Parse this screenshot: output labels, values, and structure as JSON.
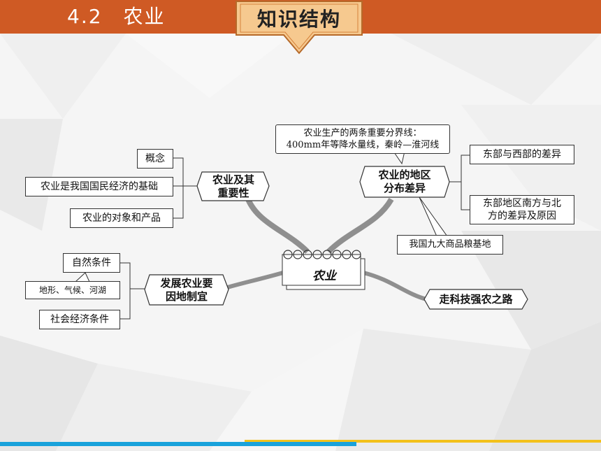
{
  "header": {
    "title": "4.2　农业",
    "badge": "知识结构"
  },
  "colors": {
    "header_bg": "#cf5a24",
    "badge_bg": "#f6c98f",
    "accent_blue": "#19a2db",
    "accent_yellow": "#f3c11b"
  },
  "mindmap": {
    "center": "农业",
    "branches": {
      "importance": {
        "label": "农业及其\n重要性",
        "items": [
          "概念",
          "农业是我国国民经济的基础",
          "农业的对象和产品"
        ]
      },
      "distribution": {
        "label": "农业的地区\n分布差异",
        "note": "农业生产的两条重要分界线：\n400mm年等降水量线，秦岭—淮河线",
        "items": [
          "东部与西部的差异",
          "东部地区南方与北\n方的差异及原因"
        ],
        "bottom_note": "我国九大商品粮基地"
      },
      "development": {
        "label": "发展农业要\n因地制宜",
        "items": [
          "自然条件",
          "社会经济条件"
        ],
        "sub_note": "地形、气候、河湖"
      },
      "technology": {
        "label": "走科技强农之路"
      }
    }
  }
}
